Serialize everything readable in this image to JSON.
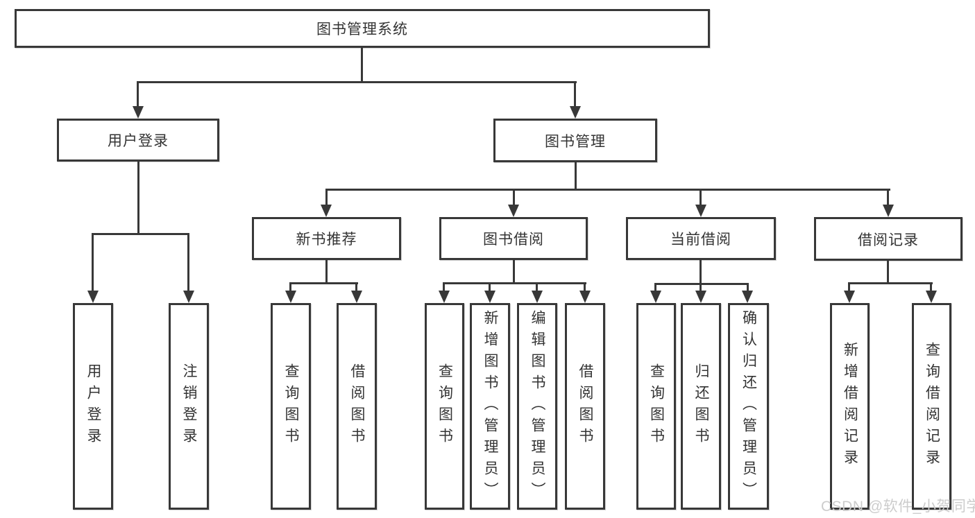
{
  "diagram": {
    "root": "图书管理系统",
    "branches": [
      {
        "label": "用户登录",
        "children": [
          {
            "label": "用户登录"
          },
          {
            "label": "注销登录"
          }
        ]
      },
      {
        "label": "图书管理",
        "children": [
          {
            "label": "新书推荐",
            "children": [
              {
                "label": "查询图书"
              },
              {
                "label": "借阅图书"
              }
            ]
          },
          {
            "label": "图书借阅",
            "children": [
              {
                "label": "查询图书"
              },
              {
                "label": "新增图书（管理员）"
              },
              {
                "label": "编辑图书（管理员）"
              },
              {
                "label": "借阅图书"
              }
            ]
          },
          {
            "label": "当前借阅",
            "children": [
              {
                "label": "查询图书"
              },
              {
                "label": "归还图书"
              },
              {
                "label": "确认归还（管理员）"
              }
            ]
          },
          {
            "label": "借阅记录",
            "children": [
              {
                "label": "新增借阅记录"
              },
              {
                "label": "查询借阅记录"
              }
            ]
          }
        ]
      }
    ]
  },
  "watermark": "CSDN @软件_小贺同学",
  "colors": {
    "line": "#383838",
    "text": "#333333",
    "background": "#ffffff",
    "watermark": "#cccccc"
  }
}
